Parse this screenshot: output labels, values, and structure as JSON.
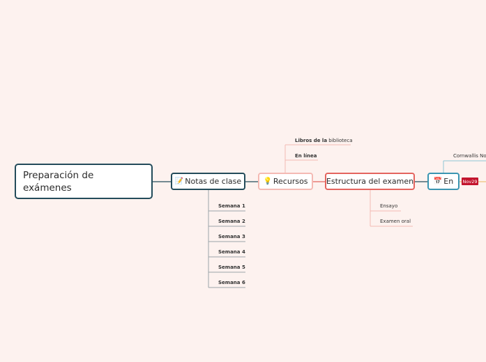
{
  "root": {
    "label": "Preparación de exámenes"
  },
  "nodes": {
    "notas": {
      "label": "Notas de clase",
      "icon": "memo-icon"
    },
    "recursos": {
      "label": "Recursos",
      "icon": "lightbulb-icon"
    },
    "estructura": {
      "label": "Estructura del examen"
    },
    "en": {
      "label": "En",
      "icon": "calendar-icon"
    }
  },
  "notas_children": [
    "Semana 1",
    "Semana 2",
    "Semana 3",
    "Semana 4",
    "Semana 5",
    "Semana 6"
  ],
  "recursos_children": {
    "libros_bold": "Libros de la",
    "libros_rest": "biblioteca",
    "en_linea": "En línea"
  },
  "estructura_children": [
    "Ensayo",
    "Examen oral"
  ],
  "en_children": {
    "cornwallis": "Cornwallis No",
    "badge": "Nov29"
  }
}
